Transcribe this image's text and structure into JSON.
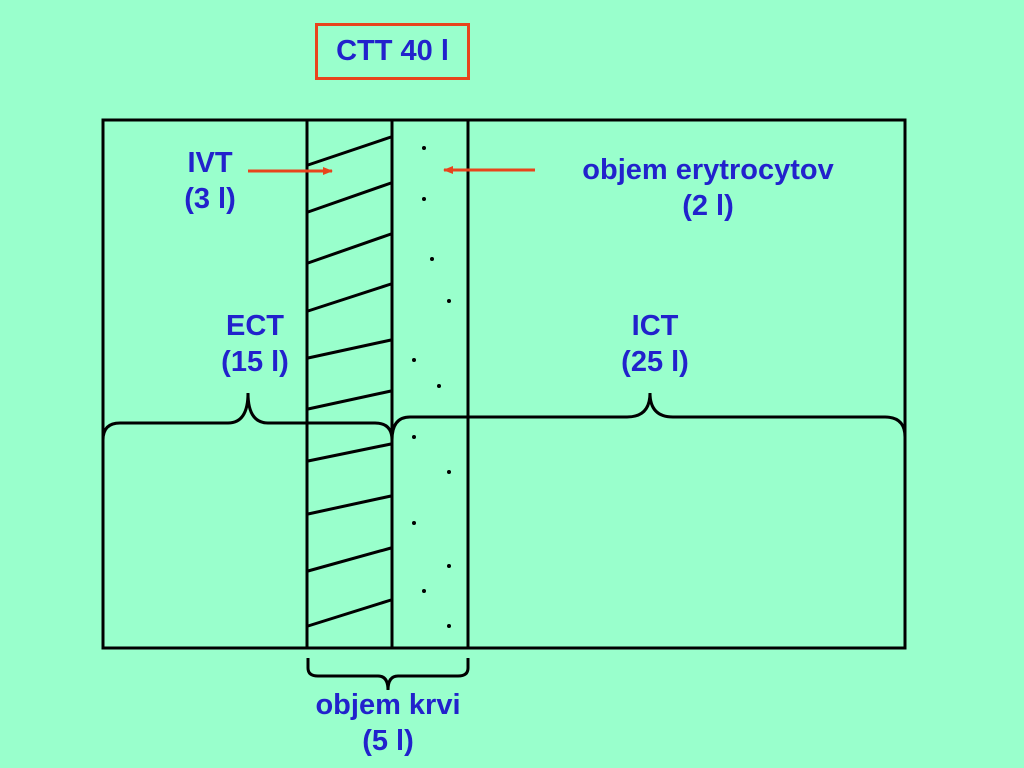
{
  "title": "CTT 40 l",
  "labels": {
    "ivt": {
      "name": "IVT",
      "volume": "(3 l)"
    },
    "erythrocytes": {
      "name": "objem erytrocytov",
      "volume": "(2 l)"
    },
    "ect": {
      "name": "ECT",
      "volume": "(15 l)"
    },
    "ict": {
      "name": "ICT",
      "volume": "(25 l)"
    },
    "blood": {
      "name": "objem krvi",
      "volume": "(5 l)"
    }
  },
  "colors": {
    "background": "#99FFCC",
    "text": "#2222CC",
    "arrow": "#E8441C",
    "lines": "#000000"
  }
}
